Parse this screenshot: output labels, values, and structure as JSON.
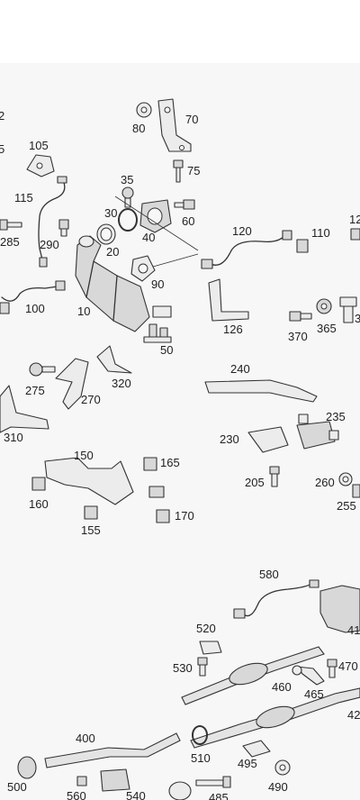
{
  "labels": {
    "l2": "2",
    "l5": "5",
    "l70": "70",
    "l80": "80",
    "l105": "105",
    "l75": "75",
    "l35": "35",
    "l115": "115",
    "l30": "30",
    "l60": "60",
    "l285": "285",
    "l290": "290",
    "l20": "20",
    "l40": "40",
    "l120": "120",
    "l110": "110",
    "l12x": "12",
    "l100": "100",
    "l10": "10",
    "l90": "90",
    "l126": "126",
    "l370": "370",
    "l365": "365",
    "l3x": "3",
    "l50": "50",
    "l240": "240",
    "l275": "275",
    "l320": "320",
    "l270": "270",
    "l310": "310",
    "l230": "230",
    "l235": "235",
    "l150": "150",
    "l165": "165",
    "l160": "160",
    "l205": "205",
    "l260": "260",
    "l255": "255",
    "l170": "170",
    "l155": "155",
    "l580": "580",
    "l41": "41",
    "l520": "520",
    "l530": "530",
    "l470": "470",
    "l460": "460",
    "l465": "465",
    "l42": "42",
    "l400": "400",
    "l510": "510",
    "l495": "495",
    "l500": "500",
    "l560": "560",
    "l540": "540",
    "l485": "485",
    "l490": "490"
  }
}
